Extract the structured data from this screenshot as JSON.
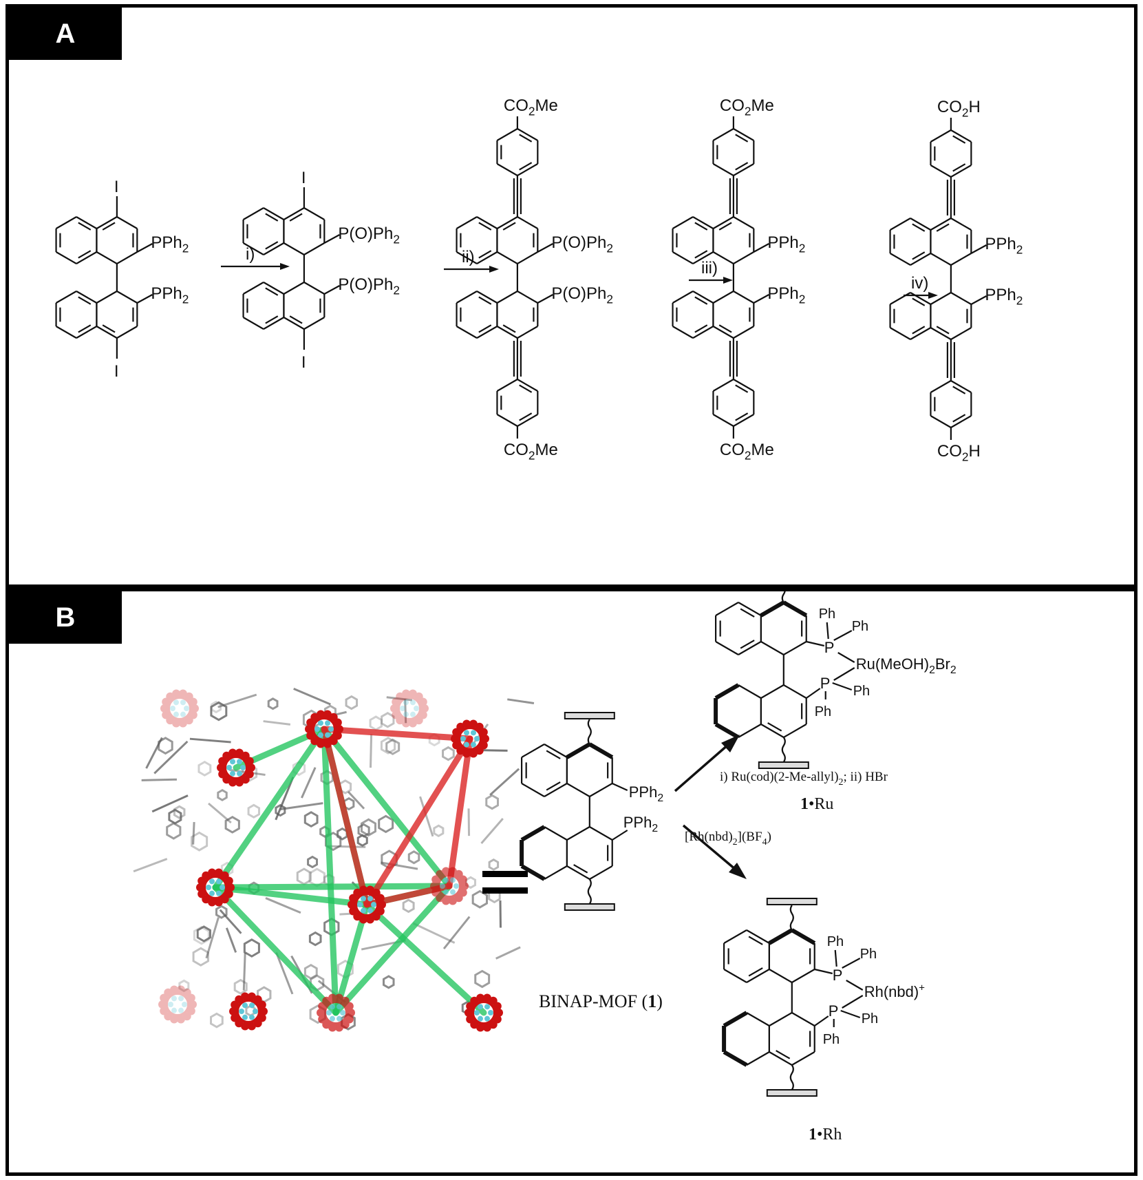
{
  "panels": {
    "a": {
      "letter": "A",
      "steps": [
        "i)",
        "ii)",
        "iii)",
        "iv)"
      ],
      "iodo": "I",
      "pph2_sub": "PPh",
      "pph2_subscript": "2",
      "po_text": "P(O)Ph",
      "po_subscript": "2",
      "ester_co": "CO",
      "ester_sub": "2",
      "ester_me": "Me",
      "acid_co": "CO",
      "acid_sub": "2",
      "acid_h": "H"
    },
    "b": {
      "letter": "B",
      "mof_label_prefix": "BINAP-MOF (",
      "mof_label_num": "1",
      "mof_label_suffix": ")",
      "equals": "=",
      "ru_reagent_1": "i) Ru(cod)(2-Me-allyl)",
      "ru_reagent_sub": "2",
      "ru_reagent_2": "; ii) HBr",
      "rh_reagent_1": "[Rh(nbd)",
      "rh_reagent_sub": "2",
      "rh_reagent_2": "](BF",
      "rh_reagent_sub2": "4",
      "rh_reagent_3": ")",
      "ph": "Ph",
      "p": "P",
      "ru_complex_1": "Ru(MeOH)",
      "ru_complex_sub": "2",
      "ru_complex_2": "Br",
      "ru_complex_sub2": "2",
      "rh_complex": "Rh(nbd)",
      "rh_charge": "+",
      "product_ru_num": "1",
      "product_ru_dot": "•Ru",
      "product_rh_num": "1",
      "product_rh_dot": "•Rh"
    }
  },
  "colors": {
    "frame": "#000000",
    "tab": "#000000",
    "mof_green": "#22c55e",
    "mof_red": "#dc2626",
    "mof_node_red": "#cc1111",
    "mof_node_cyan": "#5fc6d6",
    "mof_linker": "#666666"
  }
}
